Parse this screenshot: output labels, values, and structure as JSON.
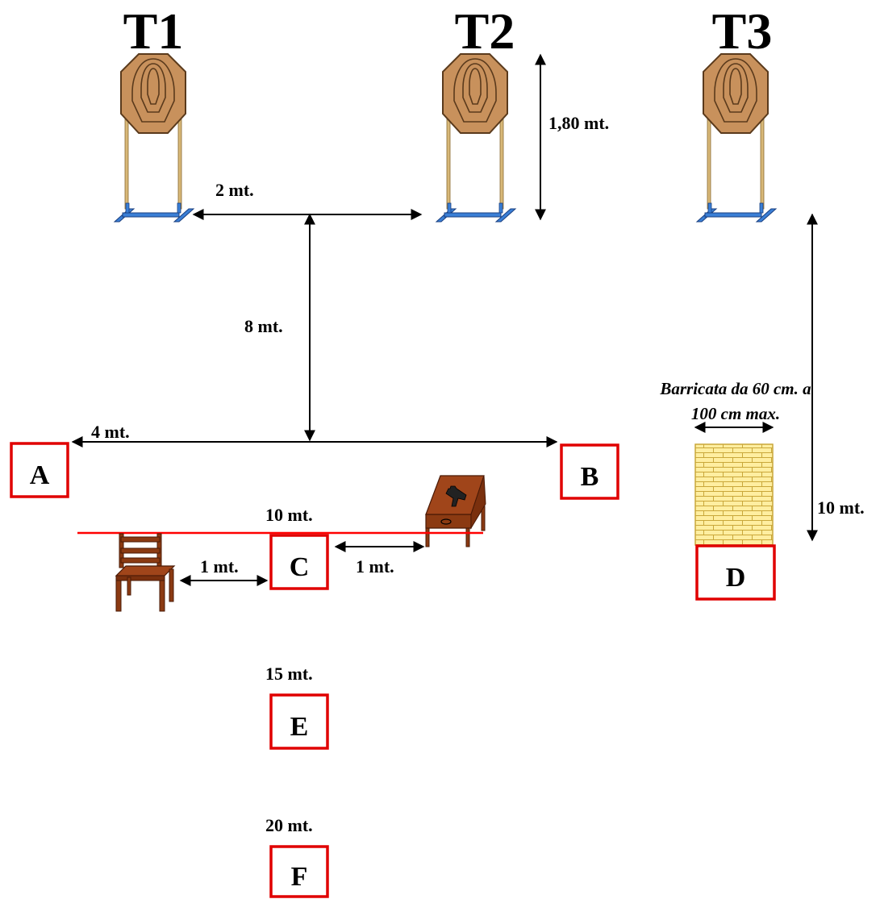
{
  "targets": [
    {
      "id": "T1",
      "label": "T1"
    },
    {
      "id": "T2",
      "label": "T2"
    },
    {
      "id": "T3",
      "label": "T3"
    }
  ],
  "positions": [
    {
      "id": "A",
      "label": "A"
    },
    {
      "id": "B",
      "label": "B"
    },
    {
      "id": "C",
      "label": "C"
    },
    {
      "id": "D",
      "label": "D"
    },
    {
      "id": "E",
      "label": "E"
    },
    {
      "id": "F",
      "label": "F"
    }
  ],
  "measurements": {
    "target_height": "1,80 mt.",
    "target_spacing": "2 mt.",
    "distance_to_line": "8 mt.",
    "line_width": "4 mt.",
    "c_distance": "10 mt.",
    "chair_gap": "1 mt.",
    "table_gap": "1 mt.",
    "d_distance": "10 mt.",
    "e_distance": "15 mt.",
    "f_distance": "20 mt."
  },
  "barricade": {
    "line1": "Barricata da 60 cm. a",
    "line2": "100 cm max."
  },
  "colors": {
    "target_fill": "#c8915c",
    "target_stroke": "#5a3a1c",
    "stand_leg": "#d8b878",
    "stand_base": "#3a7fd6",
    "box_border": "#e00000",
    "red_line": "#ff0000",
    "wall_fill": "#ffeea0",
    "wall_brick": "#c9a73a",
    "furniture": "#8b3a12",
    "furniture_dark": "#4a1a06"
  },
  "icons": [
    "target-icon",
    "chair-icon",
    "table-icon",
    "pistol-icon",
    "brick-wall-icon"
  ]
}
